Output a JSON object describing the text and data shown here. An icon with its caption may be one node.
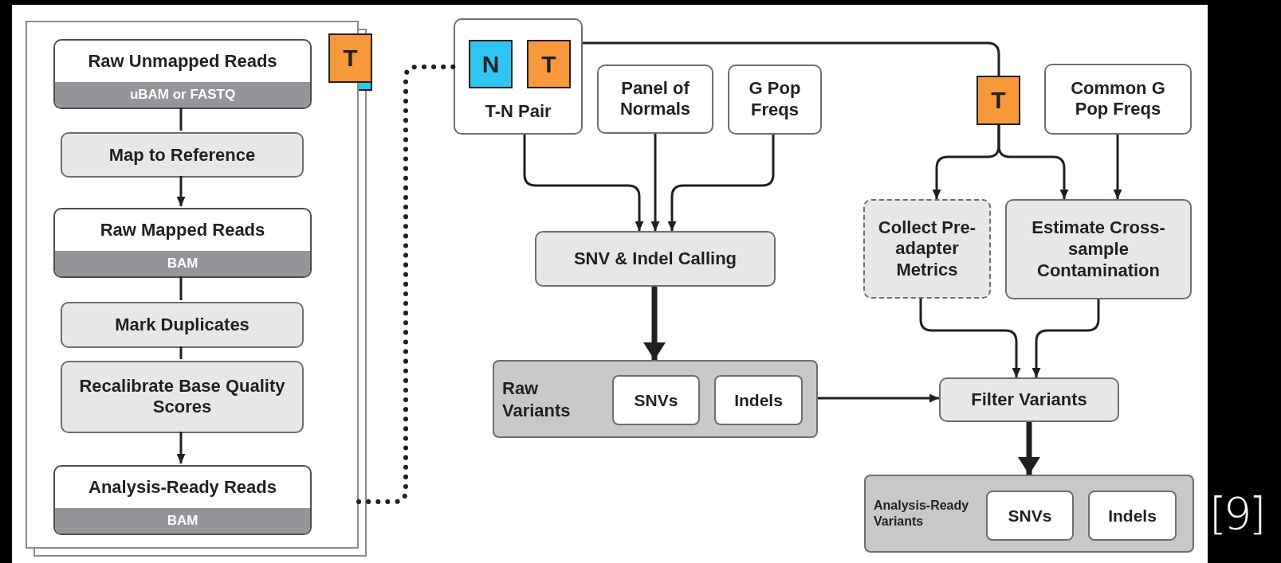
{
  "diagram": {
    "nodes": [
      {
        "text": [],
        "shape": "box"
      },
      {
        "text": [
          "Raw Unmapped Reads",
          "uBAM or FASTQ"
        ],
        "in": 0
      },
      {
        "text": [
          "Map to Reference"
        ],
        "in": 0
      },
      {
        "text": [
          "Raw Mapped Reads",
          "BAM"
        ],
        "in": 0
      },
      {
        "text": [
          "Mark Duplicates"
        ],
        "in": 0
      },
      {
        "text": [
          "Recalibrate Base Quality Scores"
        ],
        "in": 0
      },
      {
        "text": [
          "Analysis-Ready Reads",
          "BAM"
        ],
        "in": 0
      },
      {
        "text": [
          "T"
        ]
      },
      {
        "text": [
          "T-N Pair"
        ]
      },
      {
        "text": [
          "N"
        ],
        "in": 8
      },
      {
        "text": [
          "T"
        ],
        "in": 8
      },
      {
        "text": [
          "Panel of Normals"
        ]
      },
      {
        "text": [
          "G Pop Freqs"
        ]
      },
      {
        "text": [
          "SNV & Indel Calling"
        ]
      },
      {
        "text": [
          "T"
        ]
      },
      {
        "text": [
          "Common G Pop Freqs"
        ]
      },
      {
        "text": [
          "Collect Pre-adapter Metrics"
        ]
      },
      {
        "text": [
          "Estimate Cross-sample Contamination"
        ]
      },
      {
        "text": [
          "Raw Variants"
        ]
      },
      {
        "text": [
          "SNVs"
        ],
        "in": 18
      },
      {
        "text": [
          "Indels"
        ],
        "in": 18
      },
      {
        "text": [
          "Filter Variants"
        ]
      },
      {
        "text": [
          "Analysis-Ready Variants"
        ]
      },
      {
        "text": [
          "SNVs"
        ],
        "in": 22
      },
      {
        "text": [
          "Indels"
        ],
        "in": 22
      }
    ],
    "edges": [
      {
        "from": 1,
        "to": 2,
        "arrow": "none"
      },
      {
        "from": 2,
        "to": 3,
        "arrow": "to"
      },
      {
        "from": 3,
        "to": 4,
        "arrow": "none"
      },
      {
        "from": 4,
        "to": 5,
        "arrow": "none"
      },
      {
        "from": 5,
        "to": 6,
        "arrow": "to"
      },
      {
        "from": 0,
        "to": 8,
        "arrow": "none",
        "style": "dashed"
      },
      {
        "from": 8,
        "to": 13,
        "arrow": "to"
      },
      {
        "from": 11,
        "to": 13,
        "arrow": "to"
      },
      {
        "from": 12,
        "to": 13,
        "arrow": "to"
      },
      {
        "from": 8,
        "to": 14,
        "arrow": "none"
      },
      {
        "from": 14,
        "to": 16,
        "arrow": "to"
      },
      {
        "from": 14,
        "to": 17,
        "arrow": "to"
      },
      {
        "from": 15,
        "to": 17,
        "arrow": "to"
      },
      {
        "from": 13,
        "to": 18,
        "arrow": "to",
        "style": "thick"
      },
      {
        "from": 18,
        "to": 21,
        "arrow": "to"
      },
      {
        "from": 16,
        "to": 21,
        "arrow": "to"
      },
      {
        "from": 17,
        "to": 21,
        "arrow": "to"
      },
      {
        "from": 21,
        "to": 22,
        "arrow": "to",
        "style": "thick"
      }
    ],
    "labels": [
      "[9]"
    ]
  }
}
